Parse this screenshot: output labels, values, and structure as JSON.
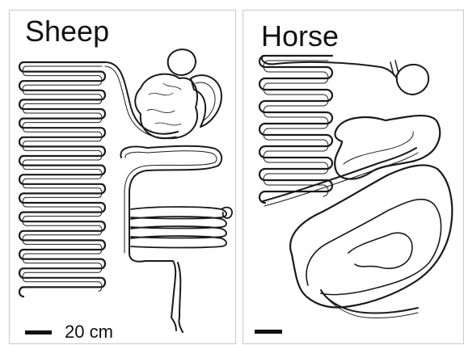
{
  "panels": {
    "sheep": {
      "title": "Sheep"
    },
    "horse": {
      "title": "Horse"
    }
  },
  "scale": {
    "label": "20 cm"
  }
}
